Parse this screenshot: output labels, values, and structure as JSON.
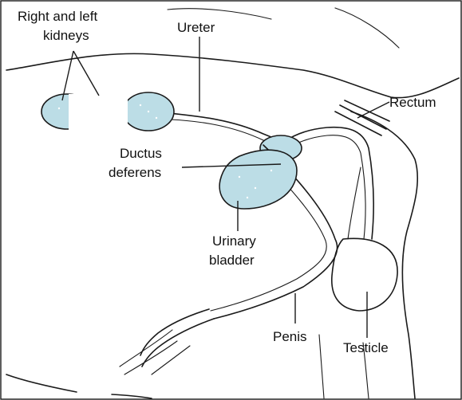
{
  "labels": {
    "kidneys_line1": "Right and left",
    "kidneys_line2": "kidneys",
    "ureter": "Ureter",
    "rectum": "Rectum",
    "ductus_line1": "Ductus",
    "ductus_line2": "deferens",
    "bladder_line1": "Urinary",
    "bladder_line2": "bladder",
    "penis": "Penis",
    "testicle": "Testicle"
  },
  "colors": {
    "organ_fill": "#bcdde6",
    "line": "#1a1a1a",
    "background": "#ffffff"
  }
}
